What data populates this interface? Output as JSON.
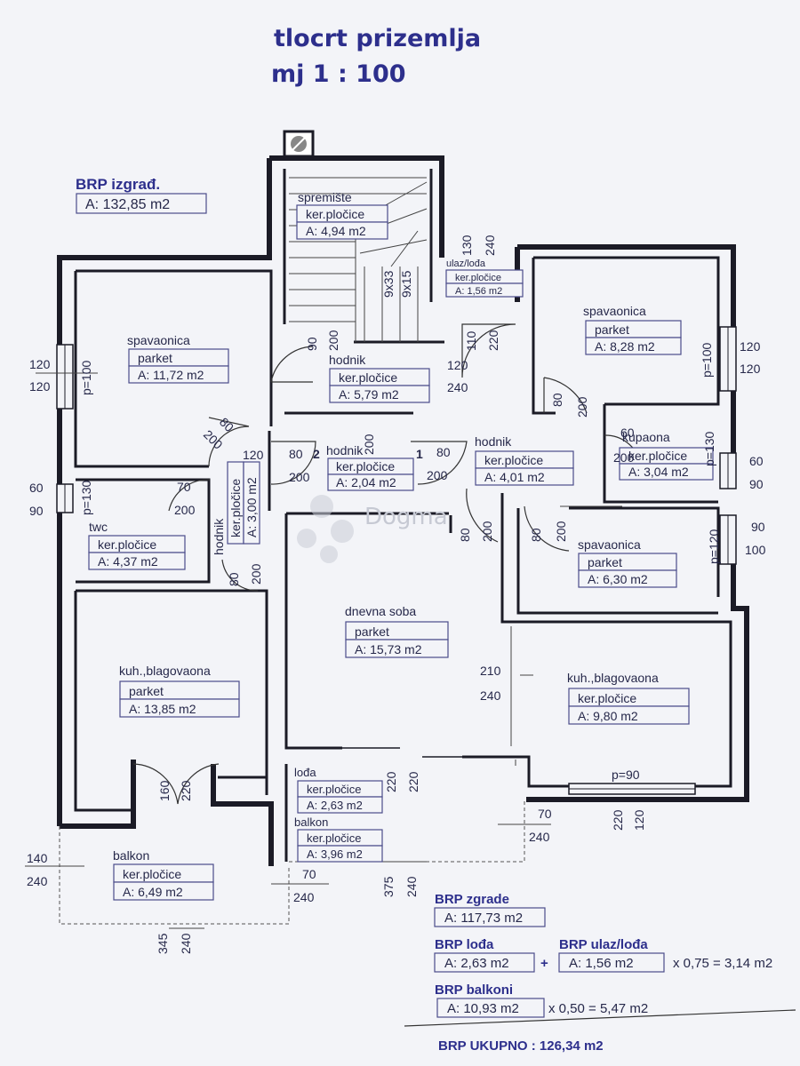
{
  "title": "tlocrt prizemlja",
  "scale": "mj 1 : 100",
  "brp_izgrad": {
    "label": "BRP izgrađ.",
    "value": "A: 132,85 m2"
  },
  "rooms": {
    "spremiste": {
      "name": "spremište",
      "material": "ker.pločice",
      "area": "A: 4,94 m2"
    },
    "ulaz": {
      "name": "ulaz/lođa",
      "material": "ker.pločice",
      "area": "A: 1,56 m2"
    },
    "spav1": {
      "name": "spavaonica",
      "material": "parket",
      "area": "A: 11,72 m2"
    },
    "hodnik_top": {
      "name": "hodnik",
      "material": "ker.pločice",
      "area": "A: 5,79 m2"
    },
    "spav2": {
      "name": "spavaonica",
      "material": "parket",
      "area": "A: 8,28 m2"
    },
    "hodnik_mid": {
      "name": "hodnik",
      "material": "ker.pločice",
      "area": "A: 2,04 m2"
    },
    "hodnik_vert": {
      "name": "hodnik",
      "material": "ker.pločice",
      "area": "A: 3,00 m2"
    },
    "hodnik_right": {
      "name": "hodnik",
      "material": "ker.pločice",
      "area": "A: 4,01 m2"
    },
    "kupaona": {
      "name": "kupaona",
      "material": "ker.pločice",
      "area": "A: 3,04 m2"
    },
    "twc": {
      "name": "twc",
      "material": "ker.pločice",
      "area": "A: 4,37 m2"
    },
    "spav3": {
      "name": "spavaonica",
      "material": "parket",
      "area": "A: 6,30 m2"
    },
    "dnevna": {
      "name": "dnevna soba",
      "material": "parket",
      "area": "A: 15,73 m2"
    },
    "kuh_left": {
      "name": "kuh.,blagovaona",
      "material": "parket",
      "area": "A: 13,85 m2"
    },
    "kuh_right": {
      "name": "kuh.,blagovaona",
      "material": "ker.pločice",
      "area": "A: 9,80 m2"
    },
    "loda": {
      "name": "lođa",
      "material": "ker.pločice",
      "area": "A: 2,63 m2"
    },
    "balkon_mid": {
      "name": "balkon",
      "material": "ker.pločice",
      "area": "A: 3,96 m2"
    },
    "balkon_left": {
      "name": "balkon",
      "material": "ker.pločice",
      "area": "A: 6,49 m2"
    }
  },
  "dims": {
    "d130": "130",
    "d240a": "240",
    "d9x33": "9x33",
    "d9x15": "9x15",
    "d90a": "90",
    "d200a": "200",
    "d110": "110",
    "d220a": "220",
    "d120a": "120",
    "d240b": "240",
    "p100a": "p=100",
    "d120b": "120",
    "d120c": "120",
    "p100b": "p=100",
    "d120d": "120",
    "d120e": "120",
    "d80a": "80",
    "d200b": "200",
    "d120f": "120",
    "d80b": "80",
    "n2": "2",
    "d200c": "200",
    "d200d": "200",
    "n1": "1",
    "d80c": "80",
    "d200e": "200",
    "d80d": "80",
    "d200f": "200",
    "d60a": "60",
    "d200g": "200",
    "d60b": "60",
    "d90b": "90",
    "d60c": "60",
    "d90c": "90",
    "p130a": "p=130",
    "d70a": "70",
    "d200h": "200",
    "d80e": "80",
    "d200i": "200",
    "d80f": "80",
    "d200j": "200",
    "d90d": "90",
    "d100": "100",
    "p120": "p=120",
    "d80g": "80",
    "d200k": "200",
    "d210": "210",
    "d240c": "240",
    "d160": "160",
    "d220b": "220",
    "d220c": "220",
    "d220d": "220",
    "p90": "p=90",
    "d220e": "220",
    "d120g": "120",
    "d70b": "70",
    "d240d": "240",
    "d140": "140",
    "d240e": "240",
    "d70c": "70",
    "d240f": "240",
    "d375": "375",
    "d240g": "240",
    "d345": "345",
    "d240h": "240",
    "d200l": "200",
    "p130b": "p=130"
  },
  "summary": {
    "zgrade_label": "BRP zgrade",
    "zgrade_value": "A: 117,73 m2",
    "loda_label": "BRP lođa",
    "loda_value": "A: 2,63 m2",
    "plus": "+",
    "ulaz_label": "BRP ulaz/lođa",
    "ulaz_value": "A: 1,56 m2",
    "loda_result": "x 0,75 = 3,14 m2",
    "balkoni_label": "BRP balkoni",
    "balkoni_value": "A: 10,93 m2",
    "balkoni_result": "x 0,50 = 5,47 m2",
    "ukupno": "BRP UKUPNO : 126,34 m2"
  }
}
